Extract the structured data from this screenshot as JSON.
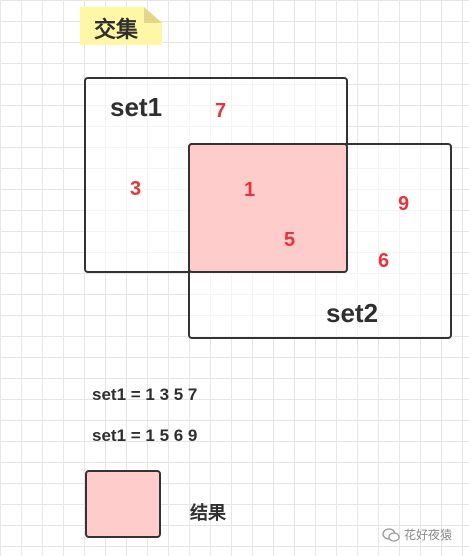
{
  "title": "交集",
  "sets": {
    "set1": {
      "label": "set1"
    },
    "set2": {
      "label": "set2"
    }
  },
  "numbers": {
    "n7": "7",
    "n3": "3",
    "n1": "1",
    "n5": "5",
    "n9": "9",
    "n6": "6"
  },
  "captions": [
    "set1 = 1 3 5 7",
    "set1 = 1 5 6 9"
  ],
  "legend": {
    "label": "结果"
  },
  "watermark": "花好夜猿",
  "colors": {
    "intersection_fill": "#ffcccc",
    "number_color": "#e8323c",
    "note_fill": "#fff7a5"
  }
}
